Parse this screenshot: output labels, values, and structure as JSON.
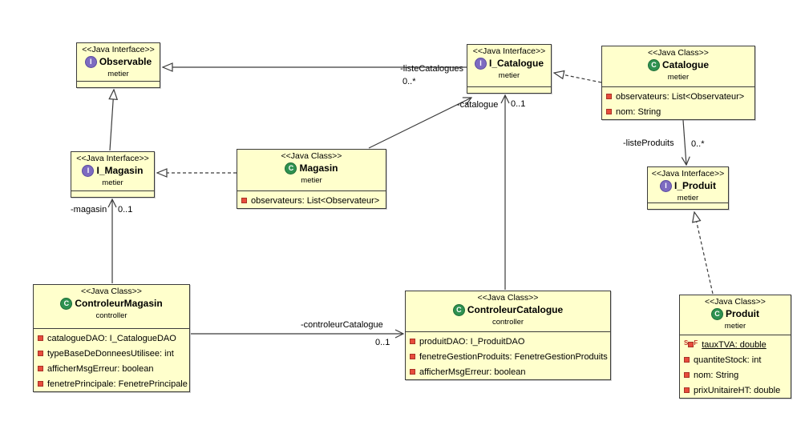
{
  "colors": {
    "box_fill": "#FFFFCC",
    "box_border": "#3B3B3B",
    "interface_icon": "#7D6BC1",
    "class_icon": "#2E9150",
    "private_field_icon": "#E74C3C",
    "static_marker": "#C03A2B"
  },
  "icons": {
    "interface_glyph": "I",
    "class_glyph": "C"
  },
  "boxes": {
    "observable": {
      "stereotype": "<<Java Interface>>",
      "name": "Observable",
      "package": "metier"
    },
    "i_catalogue": {
      "stereotype": "<<Java Interface>>",
      "name": "I_Catalogue",
      "package": "metier"
    },
    "catalogue": {
      "stereotype": "<<Java Class>>",
      "name": "Catalogue",
      "package": "metier",
      "attributes": [
        "observateurs: List<Observateur>",
        "nom: String"
      ]
    },
    "i_magasin": {
      "stereotype": "<<Java Interface>>",
      "name": "I_Magasin",
      "package": "metier"
    },
    "magasin": {
      "stereotype": "<<Java Class>>",
      "name": "Magasin",
      "package": "metier",
      "attributes": [
        "observateurs: List<Observateur>"
      ]
    },
    "controleur_magasin": {
      "stereotype": "<<Java Class>>",
      "name": "ControleurMagasin",
      "package": "controller",
      "attributes": [
        "catalogueDAO: I_CatalogueDAO",
        "typeBaseDeDonneesUtilisee: int",
        "afficherMsgErreur: boolean",
        "fenetrePrincipale: FenetrePrincipale"
      ]
    },
    "controleur_catalogue": {
      "stereotype": "<<Java Class>>",
      "name": "ControleurCatalogue",
      "package": "controller",
      "attributes": [
        "produitDAO: I_ProduitDAO",
        "fenetreGestionProduits: FenetreGestionProduits",
        "afficherMsgErreur: boolean"
      ]
    },
    "i_produit": {
      "stereotype": "<<Java Interface>>",
      "name": "I_Produit",
      "package": "metier"
    },
    "produit": {
      "stereotype": "<<Java Class>>",
      "name": "Produit",
      "package": "metier",
      "static_s": "S",
      "static_f": "F",
      "attributes": [
        "tauxTVA: double",
        "quantiteStock: int",
        "nom: String",
        "prixUnitaireHT: double"
      ]
    }
  },
  "edges": {
    "liste_catalogues": {
      "name": "-listeCatalogues",
      "mult": "0..*"
    },
    "catalogue_role": {
      "name": "-catalogue",
      "mult": "0..1"
    },
    "liste_produits": {
      "name": "-listeProduits",
      "mult": "0..*"
    },
    "magasin_role": {
      "name": "-magasin",
      "mult": "0..1"
    },
    "controleur_catalogue_role": {
      "name": "-controleurCatalogue",
      "mult": "0..1"
    }
  }
}
